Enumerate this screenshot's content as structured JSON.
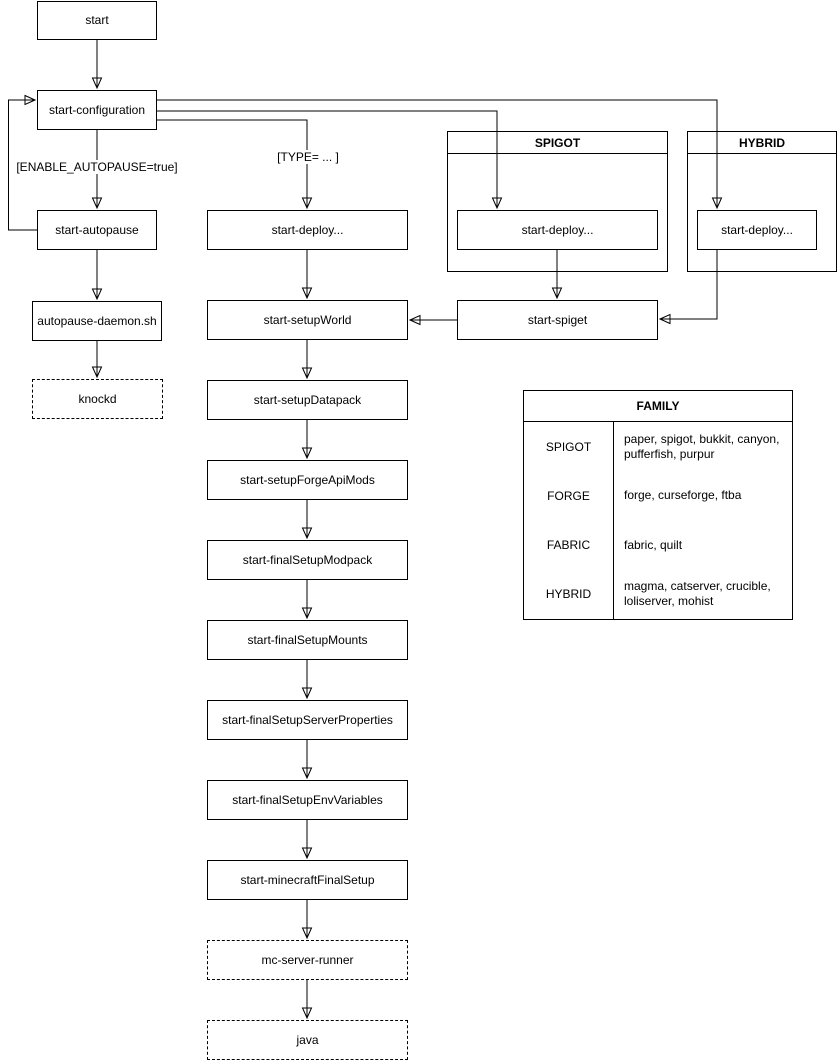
{
  "nodes": {
    "start": "start",
    "start_configuration": "start-configuration",
    "start_autopause": "start-autopause",
    "autopause_daemon": "autopause-daemon.sh",
    "knockd": "knockd",
    "start_deploy": "start-deploy...",
    "start_setup_world": "start-setupWorld",
    "start_setup_datapack": "start-setupDatapack",
    "start_setup_forge_api_mods": "start-setupForgeApiMods",
    "start_final_setup_modpack": "start-finalSetupModpack",
    "start_final_setup_mounts": "start-finalSetupMounts",
    "start_final_setup_server_properties": "start-finalSetupServerProperties",
    "start_final_setup_env_variables": "start-finalSetupEnvVariables",
    "start_minecraft_final_setup": "start-minecraftFinalSetup",
    "mc_server_runner": "mc-server-runner",
    "java": "java",
    "spigot_start_deploy": "start-deploy...",
    "hybrid_start_deploy": "start-deploy...",
    "start_spiget": "start-spiget"
  },
  "edge_labels": {
    "enable_autopause": "[ENABLE_AUTOPAUSE=true]",
    "type": "[TYPE= ... ]"
  },
  "groups": {
    "spigot": "SPIGOT",
    "hybrid": "HYBRID"
  },
  "family_table": {
    "title": "FAMILY",
    "rows": [
      {
        "family": "SPIGOT",
        "members": "paper, spigot, bukkit, canyon, pufferfish, purpur"
      },
      {
        "family": "FORGE",
        "members": "forge, curseforge, ftba"
      },
      {
        "family": "FABRIC",
        "members": "fabric, quilt"
      },
      {
        "family": "HYBRID",
        "members": "magma, catserver, crucible, loliserver, mohist"
      }
    ]
  },
  "colors": {
    "stroke": "#000000",
    "background": "#ffffff",
    "text": "#000000"
  }
}
